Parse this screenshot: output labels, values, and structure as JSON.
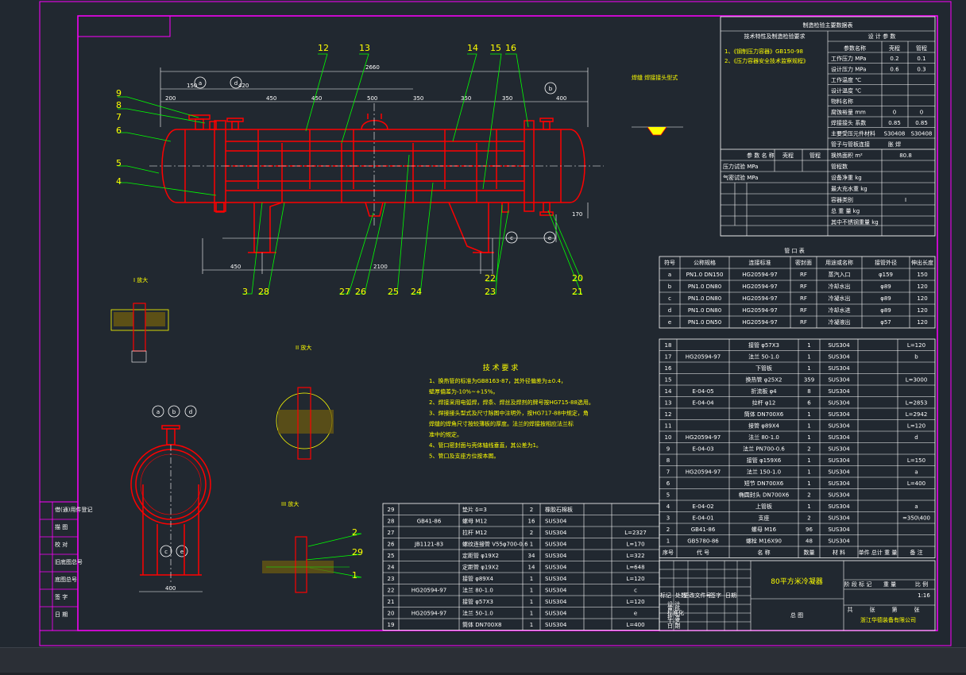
{
  "drawing": {
    "title": "80平方米冷凝器",
    "subtitle": "总  图",
    "company": "浙江华德装备有限公司",
    "scale": "1:16"
  },
  "balloons": [
    "12",
    "13",
    "14",
    "15",
    "16",
    "9",
    "8",
    "7",
    "6",
    "5",
    "4",
    "3",
    "28",
    "27",
    "26",
    "25",
    "24",
    "23",
    "22",
    "21",
    "20",
    "2",
    "29",
    "1"
  ],
  "nozzle_marks": [
    "a",
    "d",
    "b",
    "c",
    "e"
  ],
  "tech_req": {
    "title": "技 术 要 求",
    "lines": [
      "1、换热管的标准为GB8163-87，其外径偏差为±0.4，",
      "   壁厚偏差为-10%~+15%。",
      "2、焊接采用电弧焊，焊条、焊丝及焊剂的牌号按HG715-88选用。",
      "3、焊接接头型式及尺寸除图中注明外，按HG717-88中规定，角",
      "   焊缝的焊角尺寸按较薄板的厚度。法兰的焊接按相应法兰标",
      "   准中的规定。",
      "4、管口密封面与壳体轴线垂直，其公差为1。",
      "5、管口及支座方位按本图。"
    ]
  },
  "design_table": {
    "title": "制造检验主要数据表",
    "col_left": "技术特性及制造检验要求",
    "col_right": "设 计 参 数",
    "headers": [
      "参数名称",
      "壳程",
      "管程"
    ],
    "rows": [
      [
        "工作压力 MPa",
        "0.2",
        "0.1"
      ],
      [
        "设计压力 MPa",
        "0.6",
        "0.3"
      ],
      [
        "工作温度 ℃",
        "",
        ""
      ],
      [
        "设计温度 ℃",
        "",
        ""
      ],
      [
        "物料名称",
        "",
        ""
      ],
      [
        "腐蚀裕量 mm",
        "0",
        "0"
      ],
      [
        "焊接接头 系数",
        "0.85",
        "0.85"
      ],
      [
        "主要受压元件材料",
        "S30408",
        "S30408"
      ],
      [
        "管子与管板连接",
        "胀 焊",
        ""
      ],
      [
        "换热面积 m²",
        "80.8",
        ""
      ],
      [
        "管程数",
        "",
        ""
      ],
      [
        "设备净重 kg",
        "",
        ""
      ],
      [
        "最大充水重 kg",
        "",
        ""
      ],
      [
        "容器类别",
        "I",
        ""
      ],
      [
        "总 重 量 kg",
        "",
        ""
      ],
      [
        "其中不锈钢重量 kg",
        "",
        ""
      ]
    ],
    "left_notes": [
      "1、《钢制压力容器》GB150-98",
      "2、《压力容器安全技术监察规程》"
    ],
    "press_rows": [
      "压力试验 MPa",
      "气密试验 MPa"
    ]
  },
  "nozzle_table": {
    "title": "管  口  表",
    "headers": [
      "符号",
      "公称规格",
      "连接标准",
      "密封面",
      "用途或名称",
      "接管外径",
      "伸出长度"
    ],
    "rows": [
      [
        "a",
        "PN1.0 DN150",
        "HG20594-97",
        "RF",
        "蒸汽入口",
        "φ159",
        "150"
      ],
      [
        "b",
        "PN1.0 DN80",
        "HG20594-97",
        "RF",
        "冷却水出",
        "φ89",
        "120"
      ],
      [
        "c",
        "PN1.0 DN80",
        "HG20594-97",
        "RF",
        "冷凝水出",
        "φ89",
        "120"
      ],
      [
        "d",
        "PN1.0 DN80",
        "HG20594-97",
        "RF",
        "冷却水进",
        "φ89",
        "120"
      ],
      [
        "e",
        "PN1.0 DN50",
        "HG20594-97",
        "RF",
        "冷凝液出",
        "φ57",
        "120"
      ]
    ]
  },
  "bom_right": [
    [
      "18",
      "",
      "接管 φ57X3",
      "1",
      "SUS304",
      "",
      "L=120"
    ],
    [
      "17",
      "HG20594-97",
      "法兰 50-1.0",
      "1",
      "SUS304",
      "",
      "b"
    ],
    [
      "16",
      "",
      "下管板",
      "1",
      "SUS304",
      "",
      ""
    ],
    [
      "15",
      "",
      "换热管 φ25X2",
      "359",
      "SUS304",
      "",
      "L=3000"
    ],
    [
      "14",
      "E-04-05",
      "折流板 φ4",
      "8",
      "SUS304",
      "",
      ""
    ],
    [
      "13",
      "E-04-04",
      "拉杆 φ12",
      "6",
      "SUS304",
      "",
      "L=2853"
    ],
    [
      "12",
      "",
      "筒体 DN700X6",
      "1",
      "SUS304",
      "",
      "L=2942"
    ],
    [
      "11",
      "",
      "接管 φ89X4",
      "1",
      "SUS304",
      "",
      "L=120"
    ],
    [
      "10",
      "HG20594-97",
      "法兰 80-1.0",
      "1",
      "SUS304",
      "",
      "d"
    ],
    [
      "9",
      "E-04-03",
      "法兰 PN700-0.6",
      "2",
      "SUS304",
      "",
      ""
    ],
    [
      "8",
      "",
      "接管 φ159X6",
      "1",
      "SUS304",
      "",
      "L=150"
    ],
    [
      "7",
      "HG20594-97",
      "法兰 150-1.0",
      "1",
      "SUS304",
      "",
      "a"
    ],
    [
      "6",
      "",
      "短节 DN700X6",
      "1",
      "SUS304",
      "",
      "L=400"
    ],
    [
      "5",
      "",
      "椭圆封头 DN700X6",
      "2",
      "SUS304",
      "",
      ""
    ],
    [
      "4",
      "E-04-02",
      "上管板",
      "1",
      "SUS304",
      "",
      "a"
    ],
    [
      "3",
      "E-04-01",
      "支座",
      "2",
      "SUS304",
      "",
      "=350\\400"
    ],
    [
      "2",
      "GB41-86",
      "螺母 M16",
      "96",
      "SUS304",
      "",
      ""
    ],
    [
      "1",
      "GB5780-86",
      "螺栓 M16X90",
      "48",
      "SUS304",
      "",
      ""
    ]
  ],
  "bom_right_head": [
    "序号",
    "代  号",
    "名  称",
    "数量",
    "材  料",
    "单件 总计 重 量",
    "备  注"
  ],
  "bom_left": [
    [
      "29",
      "",
      "垫片 δ=3",
      "2",
      "橡胶石棉板",
      "",
      ""
    ],
    [
      "28",
      "GB41-86",
      "螺母 M12",
      "16",
      "SUS304",
      "",
      ""
    ],
    [
      "27",
      "",
      "拉杆 M12",
      "2",
      "SUS304",
      "",
      "L=2327"
    ],
    [
      "26",
      "JB1121-83",
      "螺纹连接管 V55φ700-0.6",
      "1",
      "SUS304",
      "",
      "L=170"
    ],
    [
      "25",
      "",
      "定距管 φ19X2",
      "34",
      "SUS304",
      "",
      "L=322"
    ],
    [
      "24",
      "",
      "定距管 φ19X2",
      "14",
      "SUS304",
      "",
      "L=648"
    ],
    [
      "23",
      "",
      "接管 φ89X4",
      "1",
      "SUS304",
      "",
      "L=120"
    ],
    [
      "22",
      "HG20594-97",
      "法兰 80-1.0",
      "1",
      "SUS304",
      "",
      "c"
    ],
    [
      "21",
      "",
      "接管 φ57X3",
      "1",
      "SUS304",
      "",
      "L=120"
    ],
    [
      "20",
      "HG20594-97",
      "法兰 50-1.0",
      "1",
      "SUS304",
      "",
      "e"
    ],
    [
      "19",
      "",
      "筒体 DN700X8",
      "1",
      "SUS304",
      "",
      "L=400"
    ]
  ],
  "left_strip": [
    "借(通)用件登记",
    "描  图",
    "校  对",
    "旧底图总号",
    "底图总号",
    "签  字",
    "日  期"
  ],
  "title_block": {
    "rows_left": [
      "标记",
      "处数",
      "更改文件号",
      "签字",
      "日期"
    ],
    "roles": [
      "设 计",
      "审 核",
      "标准化",
      "批 准",
      "工 艺",
      "日 期"
    ],
    "stage": [
      "阶 段 标 记",
      "重 量",
      "比 例"
    ],
    "sheet": [
      "共",
      "张",
      "第",
      "张"
    ]
  },
  "colors": {
    "background": "#212830",
    "frame": "#ff00ff",
    "drawing": "#ff0000",
    "dimension": "#ffffff",
    "leader": "#00ff00",
    "balloon_text": "#ffff00"
  }
}
